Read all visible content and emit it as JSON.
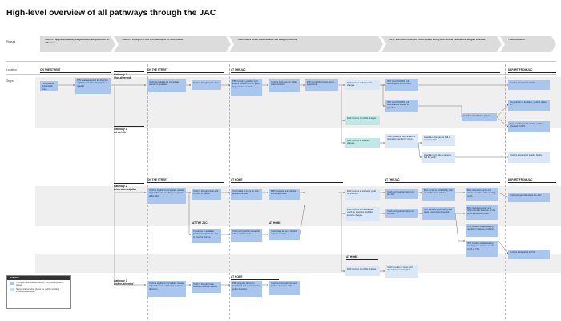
{
  "title": "High-level overview of all pathways through the JAC",
  "row_labels": {
    "phases": "Phases",
    "location": "Location",
    "steps": "Steps"
  },
  "phases": [
    "Youth is apprehended by the police on suspicion of an offense.",
    "Youth is brought to the JAC facility or to their home.",
    "Youth waits while DAR reviews the alleged offense.",
    "JPO, BAG diversion, or Courts meet with youth and/or review the alleged offense.",
    "Youth departs."
  ],
  "locations": {
    "street1": "ON THE STREET",
    "street2": "ON THE STREET",
    "street3": "ON THE STREET",
    "jac1": "AT THE JAC",
    "jac2": "AT THE JAC",
    "jac3": "AT THE JAC",
    "home1": "AT HOME",
    "home2": "AT HOME",
    "home3": "AT HOME",
    "home4": "AT HOME",
    "depart1": "DEPART FROM JAC",
    "depart2": "DEPART FROM JAC"
  },
  "lanes": {
    "p1": "Pathway 1\nNon-diverted",
    "p4": "Pathway 4\nDirect file",
    "p2": "Pathway 2\nDiversion-eligible",
    "p3": "Pathway 3\nPolice-diverted"
  },
  "boxes": {
    "s1": "PPD sits and apprehends youth.",
    "s2": "PPD evaluates youth for diversion eligibility and takes fingerprints if needed.",
    "p1a": "Youth isn't eligible for immediate release to guardian.",
    "p1b": "Youth is brought to the JAC.",
    "p1c": "PPD contacts guardian and youth's consent for call, giving fingerprints if needed.",
    "p1d": "Youth is held securely while cases function.",
    "p1e": "PPD and DAR process arrest paperwork.",
    "p1f": "DAR decides to file juvenile charges.",
    "p1g": "JPO runs PACRRS and recommends hold or R2C.",
    "p1h": "JPO runs PACRRS and recommends release to guardian.",
    "p1i": "Guardian is notified to pick up.",
    "p1j": "DAR decides not to file charges.",
    "dep1": "Youth is transported to YSC.",
    "dep2": "If a guardian is available, youth is picked up.",
    "dep3": "If no guardian isn't available, youth is released to DHS.",
    "p4a": "DAR decides to file adult charges.",
    "p4b": "Youth presents identification to programs meeting by video.",
    "p4c": "Guardian arranges for bail to support youth.",
    "p4d": "Guardian isn't able to arrange bail for youth.",
    "dep4": "Youth is transported to adult facility.",
    "p2a": "Youth is eligible for immediate release to guardian with conditions to appear at the JAC.",
    "p2b": "Youth is brought home with a notice to appear.",
    "p2c": "Youth waits at home for JAC appearance date.",
    "p2d": "PPD prepares and submits arrest paperwork.",
    "p2e": "DAR decides to interview youth for diversion.",
    "p2f": "Youth and guardian report to the JAC.",
    "p2g": "BAG contacts youth/family who meets diversion criteria.",
    "p2h": "BAG interviews youth and meets conditions after meeting youth.",
    "p2i": "BAG interviews youth and refers them to diversion, or the youth's treatment office.",
    "dep5": "Youth and guardian leave the JAC.",
    "p2j": "If guardian is available, youth is brought to the JAC to meet for pick up.",
    "p2k": "Youth and guardian leave JAC with a notice to appear.",
    "p2l": "Youth waits at home for JAC appearance date.",
    "p2m": "DAR decides not to interview youth for diversion, and files juvenile charges.",
    "p2n": "Youth and guardian report to the JAC.",
    "p2o": "JPO contacts youth/family and takes fingerprints if needed.",
    "p2p": "JPO contacts intake hearing resulting in release conditions.",
    "p2q": "JPO contacts intake hearing resulting in a decision to hold youth at YSC.",
    "dep6": "Youth is transported to YSC.",
    "p2r": "DAR decides not to file charges.",
    "p2s": "Youth remains at home and doesn't report to the JAC.",
    "p3a": "Youth is eligible for immediate release to guardian with a follow-up to police diversion.",
    "p3b": "Youth is brought home without a notice to appear.",
    "p3c": "PPD prepares diversion paperwork and sends it to the police diversion.",
    "p3d": "Youth receives call from and partake diversion staff."
  },
  "key": {
    "title": "MAP KEY",
    "items": [
      {
        "label": "Touchpoint staff activities (above), and youth experience (below)",
        "color": "#a9c6ee"
      },
      {
        "label": "Support staff activities (below the youth), including interactions with youth",
        "color": "#bfe8e6"
      }
    ]
  }
}
